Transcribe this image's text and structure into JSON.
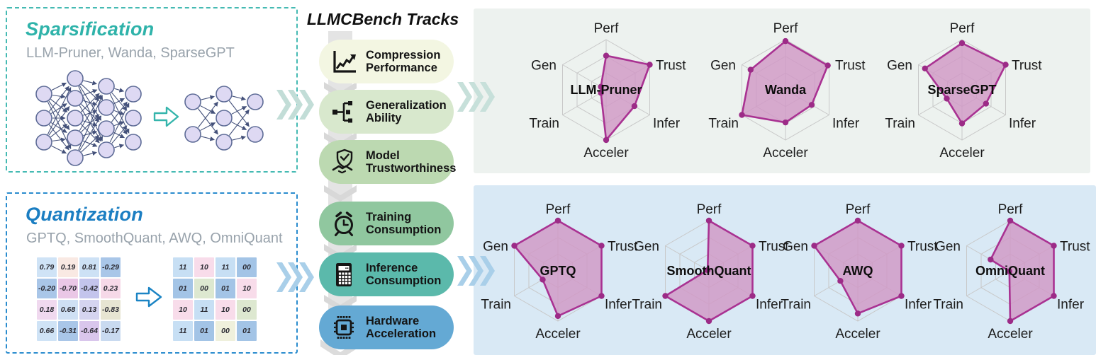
{
  "figure": {
    "sparsification": {
      "title": "Sparsification",
      "methods": "LLM-Pruner, Wanda, SparseGPT",
      "accent_color": "#2fb3aa",
      "border_color": "#45bab3",
      "diagram": {
        "dense_layers": [
          3,
          5,
          4,
          3
        ],
        "sparse_layers": [
          2,
          3,
          2
        ]
      }
    },
    "quantization": {
      "title": "Quantization",
      "methods": "GPTQ, SmoothQuant, AWQ, OmniQuant",
      "accent_color": "#1b7ec2",
      "border_color": "#2a8cce",
      "float_matrix": {
        "values": [
          [
            "0.79",
            "0.19",
            "0.81",
            "-0.29"
          ],
          [
            "-0.20",
            "-0.70",
            "-0.42",
            "0.23"
          ],
          [
            "0.18",
            "0.68",
            "0.13",
            "-0.83"
          ],
          [
            "0.66",
            "-0.31",
            "-0.64",
            "-0.17"
          ]
        ],
        "colors": [
          [
            "#cfe3f6",
            "#f9e9e3",
            "#cde1f5",
            "#a9c6e8"
          ],
          [
            "#a9c6e8",
            "#eac7e6",
            "#c3c4ec",
            "#f6d9e8"
          ],
          [
            "#f0d9ef",
            "#cfe0f4",
            "#d5d4f0",
            "#e7e5d2"
          ],
          [
            "#cfe3f6",
            "#a9c6e8",
            "#d9c6ec",
            "#c9daf0"
          ]
        ]
      },
      "int_matrix": {
        "values": [
          [
            "11",
            "10",
            "11",
            "00"
          ],
          [
            "01",
            "00",
            "01",
            "10"
          ],
          [
            "10",
            "11",
            "10",
            "00"
          ],
          [
            "11",
            "01",
            "00",
            "01"
          ]
        ],
        "colors": [
          [
            "#c7dff4",
            "#f8dcea",
            "#c7dff4",
            "#a3c4e6"
          ],
          [
            "#a3c4e6",
            "#dde8d0",
            "#a3c4e6",
            "#f8dcea"
          ],
          [
            "#f8dcea",
            "#c7dff4",
            "#f8dcea",
            "#dde8d0"
          ],
          [
            "#c7dff4",
            "#a3c4e6",
            "#eff0dc",
            "#a3c4e6"
          ]
        ]
      }
    },
    "tracks": {
      "title": "LLMCBench Tracks",
      "items": [
        {
          "icon": "line-chart-icon",
          "line1": "Compression",
          "line2": "Performance",
          "color": "#f3f6e2"
        },
        {
          "icon": "tree-icon",
          "line1": "Generalization",
          "line2": "Ability",
          "color": "#d8e8cd"
        },
        {
          "icon": "shield-handshake-icon",
          "line1": "Model",
          "line2": "Trustworthiness",
          "color": "#bcd9b1"
        },
        {
          "icon": "alarm-clock-icon",
          "line1": "Training",
          "line2": "Consumption",
          "color": "#90c79f"
        },
        {
          "icon": "calculator-icon",
          "line1": "Inference",
          "line2": "Consumption",
          "color": "#5bb9ab"
        },
        {
          "icon": "chip-icon",
          "line1": "Hardware",
          "line2": "Acceleration",
          "color": "#64a9d4"
        }
      ]
    },
    "results": {
      "top_panel_color": "#edf2ef",
      "bottom_panel_color": "#d9e9f5",
      "radar_fill": "#d198c6",
      "radar_stroke": "#a93292",
      "radar_dot": "#9c2b87",
      "grid_color": "#c8c8c8"
    }
  },
  "chart_data": [
    {
      "type": "radar",
      "name": "LLM-Pruner",
      "group": "sparsification",
      "axes": [
        "Perf",
        "Trust",
        "Infer",
        "Acceler",
        "Train",
        "Gen"
      ],
      "scale": [
        0,
        1
      ],
      "rings": 3,
      "values": [
        0.68,
        1.0,
        0.65,
        1.0,
        0.12,
        0.12
      ]
    },
    {
      "type": "radar",
      "name": "Wanda",
      "group": "sparsification",
      "axes": [
        "Perf",
        "Trust",
        "Infer",
        "Acceler",
        "Train",
        "Gen"
      ],
      "scale": [
        0,
        1
      ],
      "rings": 3,
      "values": [
        0.97,
        0.97,
        0.6,
        0.65,
        1.0,
        0.8
      ]
    },
    {
      "type": "radar",
      "name": "SparseGPT",
      "group": "sparsification",
      "axes": [
        "Perf",
        "Trust",
        "Infer",
        "Acceler",
        "Train",
        "Gen"
      ],
      "scale": [
        0,
        1
      ],
      "rings": 3,
      "values": [
        0.93,
        1.0,
        0.55,
        0.67,
        0.35,
        0.85
      ]
    },
    {
      "type": "radar",
      "name": "GPTQ",
      "group": "quantization",
      "axes": [
        "Perf",
        "Trust",
        "Infer",
        "Acceler",
        "Train",
        "Gen"
      ],
      "scale": [
        0,
        1
      ],
      "rings": 3,
      "values": [
        1.0,
        1.0,
        1.0,
        0.9,
        0.35,
        1.0
      ]
    },
    {
      "type": "radar",
      "name": "SmoothQuant",
      "group": "quantization",
      "axes": [
        "Perf",
        "Trust",
        "Infer",
        "Acceler",
        "Train",
        "Gen"
      ],
      "scale": [
        0,
        1
      ],
      "rings": 3,
      "values": [
        1.0,
        1.0,
        1.0,
        1.0,
        1.0,
        0.03
      ]
    },
    {
      "type": "radar",
      "name": "AWQ",
      "group": "quantization",
      "axes": [
        "Perf",
        "Trust",
        "Infer",
        "Acceler",
        "Train",
        "Gen"
      ],
      "scale": [
        0,
        1
      ],
      "rings": 3,
      "values": [
        1.0,
        1.0,
        1.0,
        0.85,
        0.4,
        1.0
      ]
    },
    {
      "type": "radar",
      "name": "OmniQuant",
      "group": "quantization",
      "axes": [
        "Perf",
        "Trust",
        "Infer",
        "Acceler",
        "Train",
        "Gen"
      ],
      "scale": [
        0,
        1
      ],
      "rings": 3,
      "values": [
        1.0,
        1.0,
        1.0,
        1.0,
        0.02,
        0.45
      ]
    }
  ]
}
